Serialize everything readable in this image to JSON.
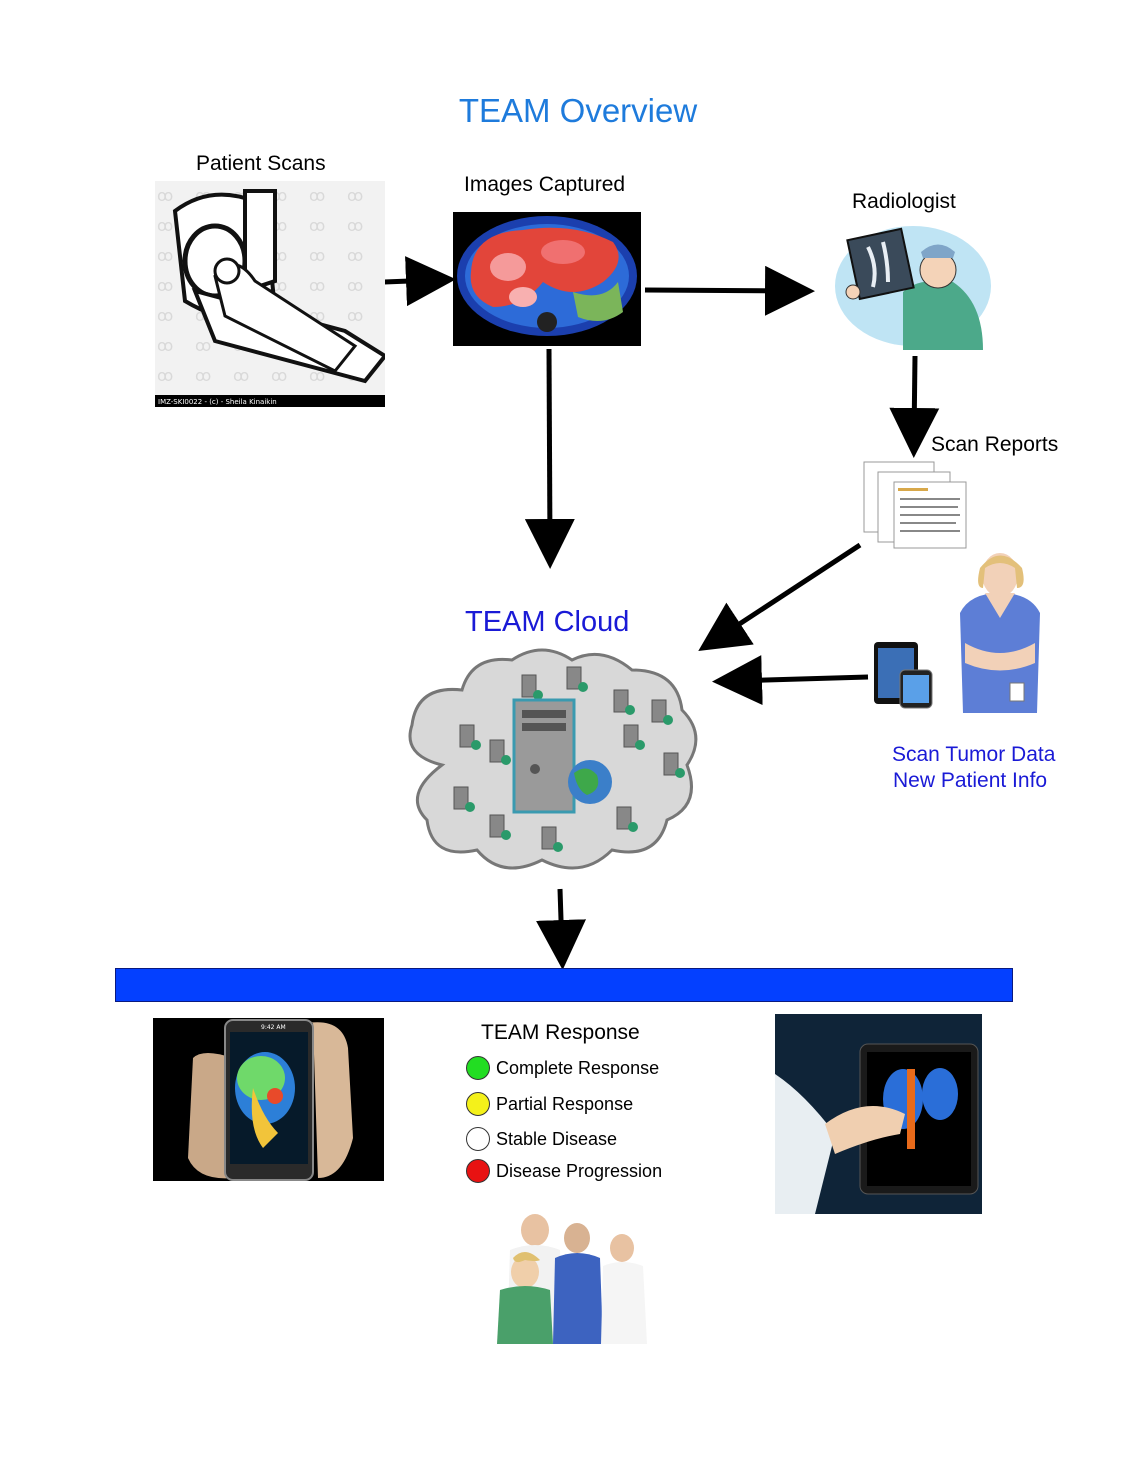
{
  "title": "TEAM Overview",
  "nodes": {
    "patient_scans": {
      "label": "Patient Scans",
      "caption": "IMZ-SKI0022 - (c) - Sheila Kinaikin"
    },
    "images_captured": {
      "label": "Images Captured"
    },
    "radiologist": {
      "label": "Radiologist"
    },
    "scan_reports": {
      "label": "Scan Reports"
    },
    "team_cloud": {
      "label": "TEAM Cloud"
    },
    "nurse_input": {
      "line1": "Scan Tumor Data",
      "line2": "New Patient Info"
    },
    "phone": {
      "status": "9:42 AM"
    }
  },
  "response": {
    "title": "TEAM  Response",
    "items": [
      {
        "label": "Complete Response",
        "color": "#22dd22"
      },
      {
        "label": "Partial Response",
        "color": "#f4f11a"
      },
      {
        "label": "Stable Disease",
        "color": "#ffffff"
      },
      {
        "label": "Disease Progression",
        "color": "#e81212"
      }
    ]
  },
  "colors": {
    "title": "#1e7bdc",
    "cloud_title": "#1a1ad6",
    "banner": "#0440ff"
  }
}
